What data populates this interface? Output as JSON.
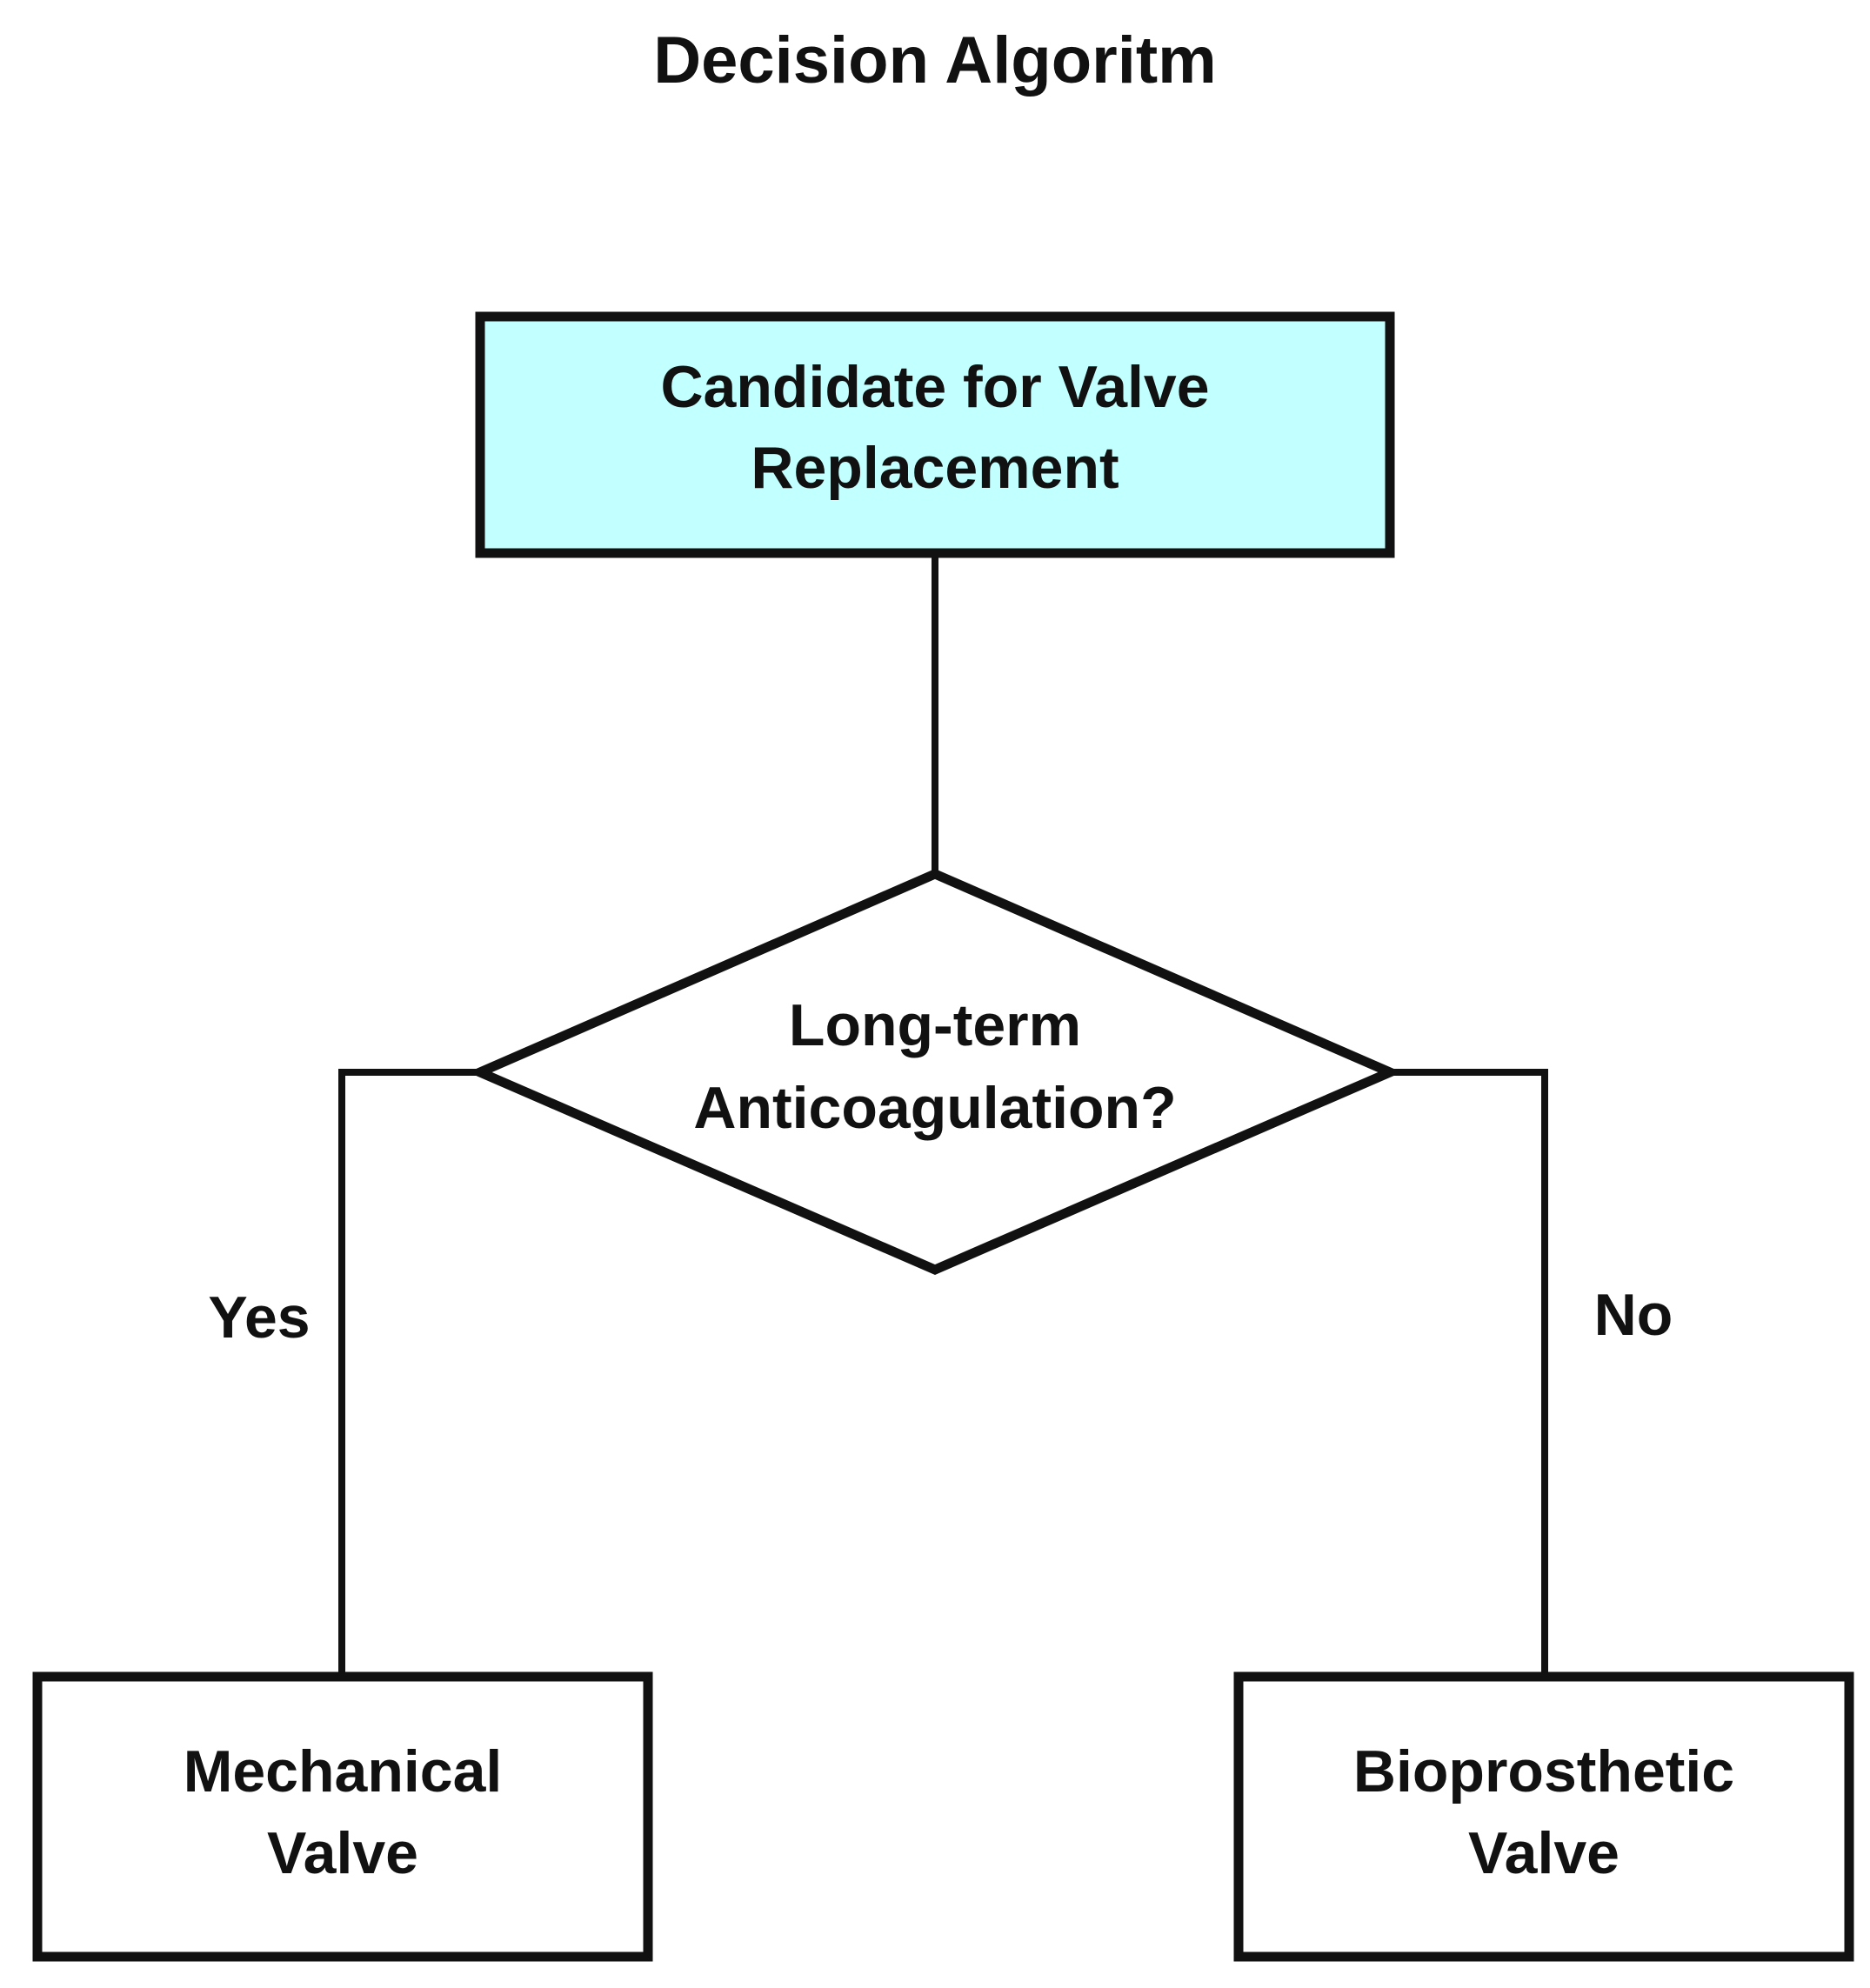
{
  "title": "Decision Algoritm",
  "colors": {
    "start_fill": "#C2FFFF",
    "box_fill": "#FFFFFF",
    "stroke": "#111111"
  },
  "nodes": {
    "start": {
      "shape": "rectangle",
      "lines": [
        "Candidate for Valve",
        "Replacement"
      ]
    },
    "decision": {
      "shape": "diamond",
      "lines": [
        "Long-term",
        "Anticoagulation?"
      ]
    },
    "mechanical": {
      "shape": "rectangle",
      "lines": [
        "Mechanical",
        "Valve"
      ]
    },
    "bioprosthetic": {
      "shape": "rectangle",
      "lines": [
        "Bioprosthetic",
        "Valve"
      ]
    }
  },
  "edges": [
    {
      "from": "start",
      "to": "decision",
      "label": ""
    },
    {
      "from": "decision",
      "to": "mechanical",
      "label": "Yes"
    },
    {
      "from": "decision",
      "to": "bioprosthetic",
      "label": "No"
    }
  ]
}
